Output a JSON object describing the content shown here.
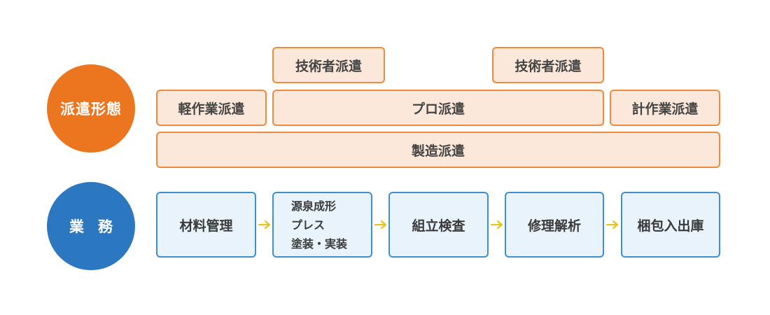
{
  "dispatch_section": {
    "label": "派遣形態",
    "top_row": [
      "技術者派遣",
      "技術者派遣"
    ],
    "middle_row": [
      "軽作業派遣",
      "プロ派遣",
      "計作業派遣"
    ],
    "bottom_row": "製造派遣"
  },
  "business_section": {
    "label": "業務",
    "flow": [
      {
        "lines": [
          "材料管理"
        ]
      },
      {
        "lines": [
          "源泉成形",
          "プレス",
          "塗装・実装"
        ]
      },
      {
        "lines": [
          "組立検査"
        ]
      },
      {
        "lines": [
          "修理解析"
        ]
      },
      {
        "lines": [
          "梱包入出庫"
        ]
      }
    ]
  },
  "colors": {
    "orange": "#ec7520",
    "orange_box_fill": "#fce8da",
    "orange_box_border": "#ec8a3e",
    "blue": "#2c78c0",
    "blue_box_fill": "#e8f3fb",
    "blue_box_border": "#3e8fd0",
    "arrow": "#e8c31c"
  }
}
